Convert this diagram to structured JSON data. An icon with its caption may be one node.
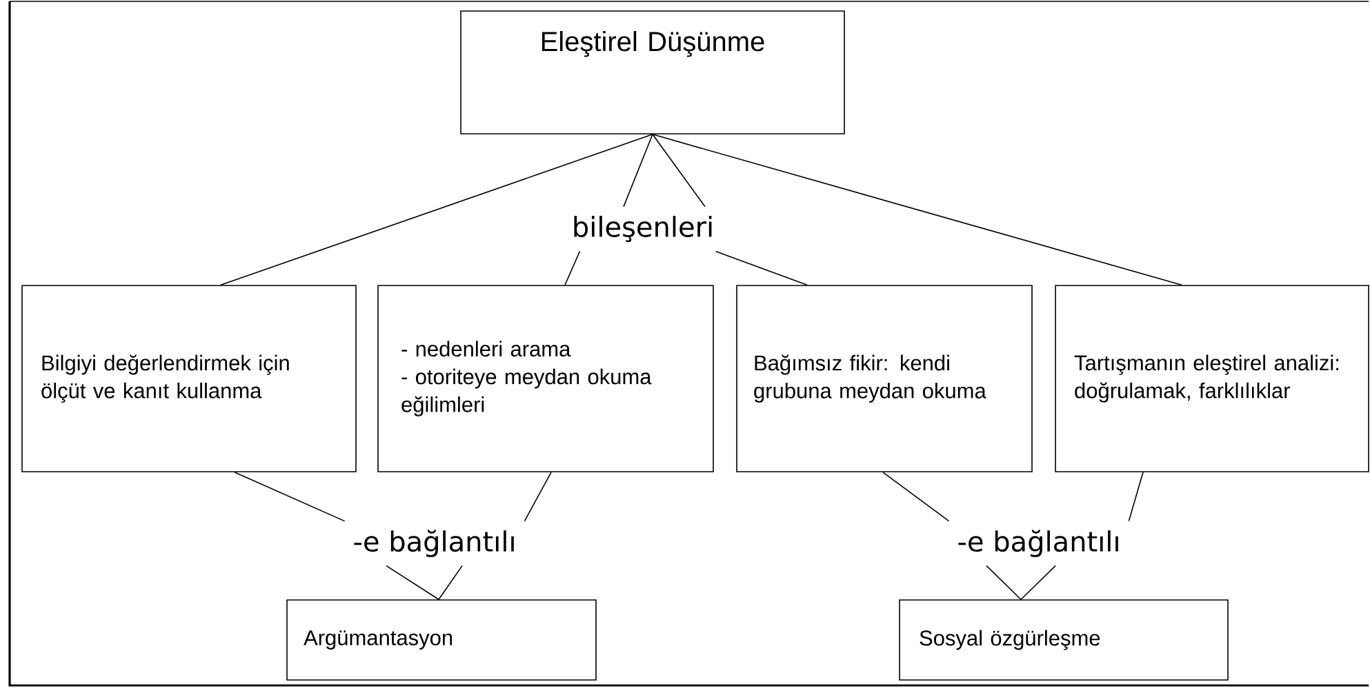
{
  "diagram": {
    "nodes": [
      {
        "text": [
          "Eleştirel Düşünme"
        ]
      },
      {
        "text": [
          "bileşenleri"
        ]
      },
      {
        "text": [
          "Bilgiyi değerlendirmek için ölçüt ve kanıt kullanma"
        ]
      },
      {
        "text": [
          "- nedenleri arama",
          "- otoriteye meydan okuma eğilimleri"
        ]
      },
      {
        "text": [
          "Bağımsız fikir: kendi grubuna meydan okuma"
        ]
      },
      {
        "text": [
          "Tartışmanın eleştirel analizi: doğrulamak, farklılıklar"
        ]
      },
      {
        "text": [
          "-e bağlantılı"
        ]
      },
      {
        "text": [
          "-e bağlantılı"
        ]
      },
      {
        "text": [
          "Argümantasyon"
        ]
      },
      {
        "text": [
          "Sosyal özgürleşme"
        ]
      }
    ],
    "edges": [
      {
        "from": 0,
        "to": 2,
        "arrow": "none"
      },
      {
        "from": 0,
        "to": 1,
        "arrow": "none"
      },
      {
        "from": 0,
        "to": 1,
        "arrow": "none"
      },
      {
        "from": 0,
        "to": 5,
        "arrow": "none"
      },
      {
        "from": 1,
        "to": 3,
        "arrow": "none"
      },
      {
        "from": 1,
        "to": 4,
        "arrow": "none"
      },
      {
        "from": 2,
        "to": 6,
        "arrow": "none"
      },
      {
        "from": 3,
        "to": 6,
        "arrow": "none"
      },
      {
        "from": 6,
        "to": 8,
        "arrow": "none"
      },
      {
        "from": 6,
        "to": 8,
        "arrow": "none"
      },
      {
        "from": 4,
        "to": 7,
        "arrow": "none"
      },
      {
        "from": 5,
        "to": 7,
        "arrow": "none"
      },
      {
        "from": 7,
        "to": 9,
        "arrow": "none"
      },
      {
        "from": 7,
        "to": 9,
        "arrow": "none"
      }
    ]
  }
}
